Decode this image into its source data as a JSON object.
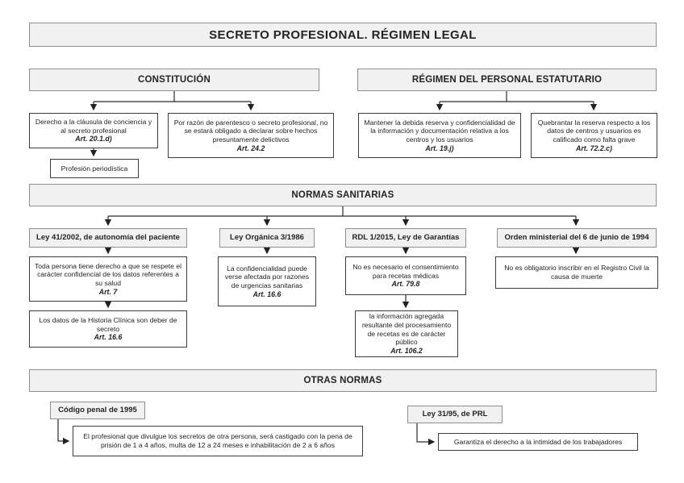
{
  "title": "SECRETO PROFESIONAL. RÉGIMEN LEGAL",
  "colors": {
    "background": "#ffffff",
    "header_fill": "#f1f1f1",
    "header_border": "#8f8f8f",
    "box_border": "#3c3c3c",
    "connector_line": "#2b2b2b",
    "text": "#1f1f1f"
  },
  "constitucion": {
    "header": "CONSTITUCIÓN",
    "derecho": {
      "text": "Derecho a la cláusula de conciencia y al secreto profesional",
      "art": "Art. 20.1.d)"
    },
    "profesion": {
      "text": "Profesión periodística"
    },
    "parentesco": {
      "text": "Por razón de parentesco o secreto profesional, no se estará obligado a declarar sobre hechos presuntamente delictivos",
      "art": "Art. 24.2"
    }
  },
  "estatutario": {
    "header": "RÉGIMEN DEL PERSONAL ESTATUTARIO",
    "mantener": {
      "text": "Mantener la debida reserva y confidencialidad de la información y documentación relativa a los centros y los usuarios",
      "art": "Art. 19.j)"
    },
    "quebrantar": {
      "text": "Quebrantar la reserva respecto a los datos de centros y usuarios es calificado como falta grave",
      "art": "Art. 72.2.c)"
    }
  },
  "sanitarias": {
    "header": "NORMAS SANITARIAS",
    "ley41": {
      "label": "Ley 41/2002, de autonomía del paciente",
      "toda": {
        "text": "Toda persona tiene derecho a que se respete el carácter confidencial de los datos referentes a su salud",
        "art": "Art. 7"
      },
      "historia": {
        "text": "Los datos de la Historia Clínica son deber de secreto",
        "art": "Art. 16.6"
      }
    },
    "organica": {
      "label": "Ley Orgánica 3/1986",
      "confidencialidad": {
        "text": "La confidencialidad puede verse afectada por razones de urgencias sanitarias",
        "art": "Art. 16.6"
      }
    },
    "rdl": {
      "label": "RDL 1/2015, Ley de Garantías",
      "consentimiento": {
        "text": "No es necesario el consentimiento para recetas médicas",
        "art": "Art. 79.8"
      },
      "agregada": {
        "text": "la información agregada resultante del procesamiento de recetas es de carácter público",
        "art": "Art. 106.2"
      }
    },
    "orden": {
      "label": "Orden ministerial del 6 de junio de 1994",
      "registro": {
        "text": "No es obligatorio inscribir en el Registro Civil la causa de muerte"
      }
    }
  },
  "otras": {
    "header": "OTRAS NORMAS",
    "codigo": {
      "label": "Código penal de 1995",
      "profesional": {
        "text": "El profesional que divulgue los secretos de otra persona, será castigado con la pena de prisión de 1 a 4 años, multa de 12 a 24 meses e inhabilitación de 2 a 6 años"
      }
    },
    "ley31": {
      "label": "Ley 31/95, de PRL",
      "garantiza": {
        "text": "Garantiza el derecho a la intimidad de los trabajadores"
      }
    }
  }
}
